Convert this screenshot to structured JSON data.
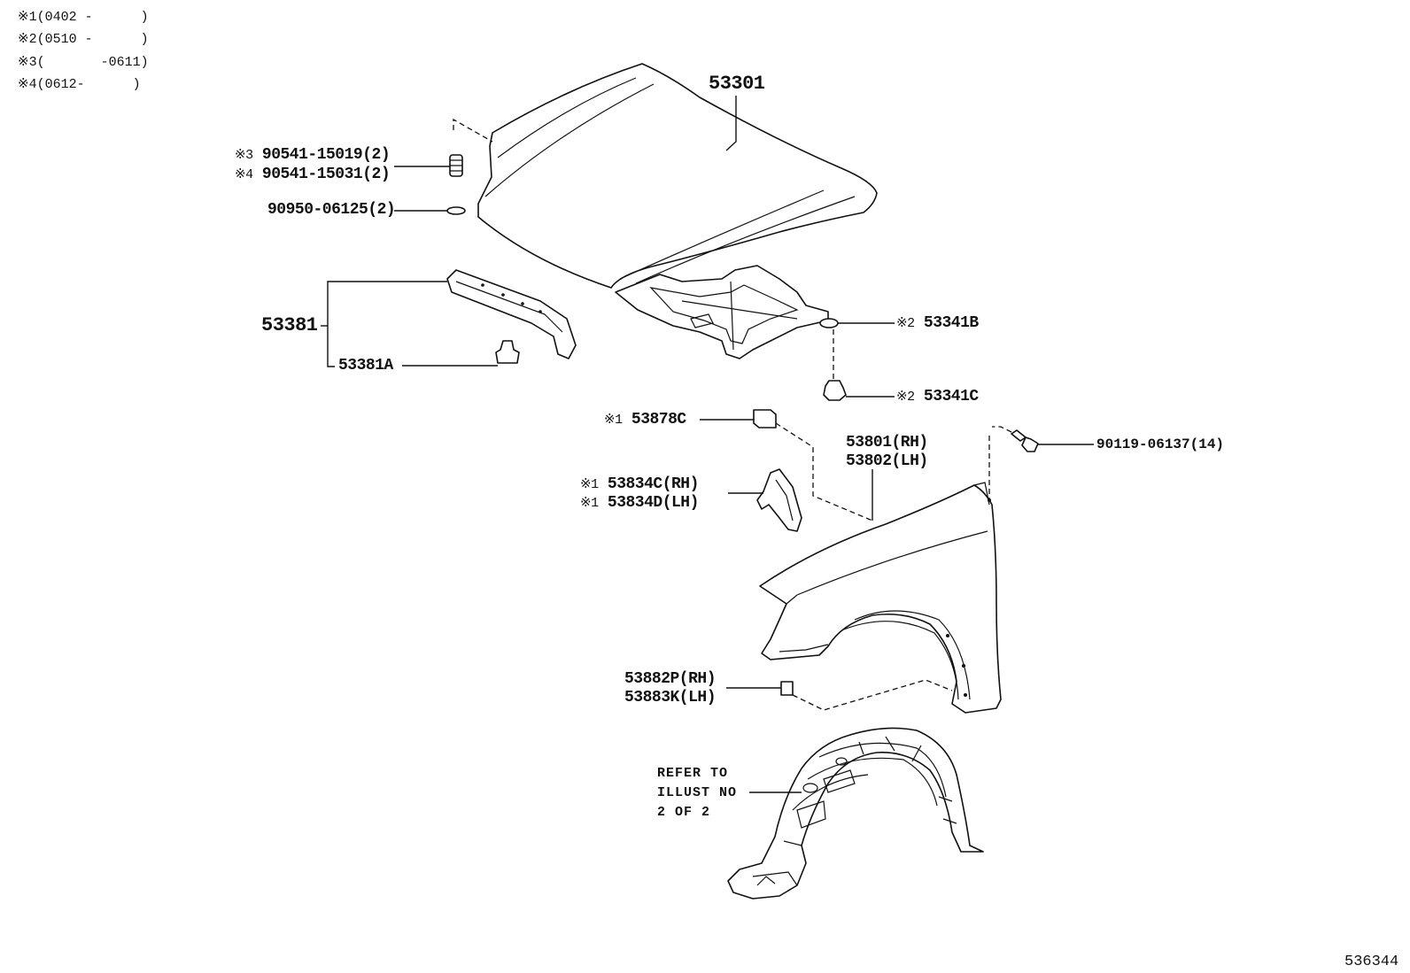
{
  "legend": [
    {
      "mark": "※1",
      "range": "(0402 -      )"
    },
    {
      "mark": "※2",
      "range": "(0510 -      )"
    },
    {
      "mark": "※3",
      "range": "(       -0611)"
    },
    {
      "mark": "※4",
      "range": "(0612-      )"
    }
  ],
  "parts": {
    "hood": "53301",
    "stopper_1_mark": "※3",
    "stopper_1": "90541-15019(2)",
    "stopper_2_mark": "※4",
    "stopper_2": "90541-15031(2)",
    "cushion": "90950-06125(2)",
    "seal": "53381",
    "seal_clip": "53381A",
    "insulator_mark": "※2",
    "insulator": "53341B",
    "insulator_clip_mark": "※2",
    "insulator_clip": "53341C",
    "fender_pad_mark": "※1",
    "fender_pad": "53878C",
    "fender_rh": "53801(RH)",
    "fender_lh": "53802(LH)",
    "bolt": "90119-06137(14)",
    "mud_guard_rh_mark": "※1",
    "mud_guard_rh": "53834C(RH)",
    "mud_guard_lh_mark": "※1",
    "mud_guard_lh": "53834D(LH)",
    "fender_seal_rh": "53882P(RH)",
    "fender_seal_lh": "53883K(LH)"
  },
  "reference": {
    "line1": "REFER TO",
    "line2": "ILLUST NO",
    "line3": "2 OF 2"
  },
  "diagram_id": "536344"
}
